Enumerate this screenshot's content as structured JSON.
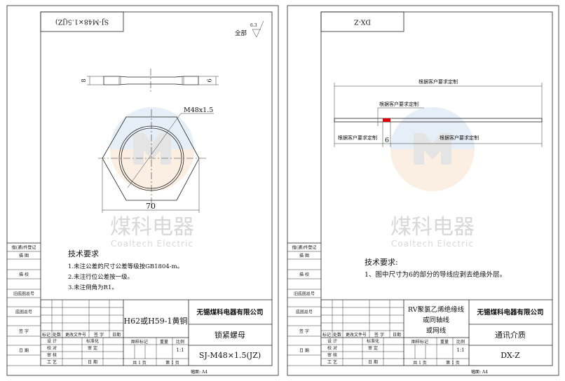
{
  "watermark": {
    "cn": "煤科电器",
    "en": "Coaltech Electric"
  },
  "side_table": [
    "借(通)件登记",
    "描 图",
    "",
    "描 校",
    "",
    "旧底图总号",
    "",
    "底图总号",
    "",
    "签 字",
    "",
    "日 期",
    ""
  ],
  "title_block": {
    "change_headers": [
      "标记",
      "处数",
      "更改文件号",
      "签 字",
      "日期"
    ],
    "roles": [
      [
        "设 计",
        "标准化"
      ],
      [
        "校 对",
        "审 定"
      ],
      [
        "审 核",
        ""
      ],
      [
        "工 艺",
        "日 期"
      ]
    ],
    "headers": [
      "图样标记",
      "重量",
      "比例"
    ],
    "scale": "1:1",
    "pages": [
      "共 1 页",
      "第 1 页"
    ],
    "company": "无锡煤科电器有限公司",
    "paper": "幅面: A4"
  },
  "sheets": [
    {
      "code_flipped": "SJ-M48×1.5(JZ)",
      "roughness_label": "全部",
      "roughness_value": "6.3",
      "dims": {
        "thickness": "8",
        "thread_width": "9",
        "thread": "M48x1.5",
        "across_flats": "70"
      },
      "tech_title": "技术要求",
      "tech_items": [
        "1.未注公差的尺寸公差等级按GB1804-m。",
        "2.未注行位公差按一级。",
        "3.未注倒角为R1。"
      ],
      "material": [
        "H62或H59-1黄铜"
      ],
      "part_name": "锁紧螺母",
      "drawing_no": "SJ-M48×1.5(JZ)"
    },
    {
      "code_flipped": "DX-Z",
      "dims": {
        "total": "根据客户要求定制",
        "insulation": "根据客户要求定制",
        "left": "根据客户要求定制",
        "strip": "6",
        "right": "根据客户要求定制"
      },
      "strip_color": "#e00000",
      "tech_title": "技术要求:",
      "tech_items": [
        "1、图中尺寸为6的部分的导线应剥去绝缘外层。"
      ],
      "material": [
        "RV聚氯乙烯绝缘线",
        "或同轴线",
        "或网线"
      ],
      "part_name": "通讯介质",
      "drawing_no": "DX-Z"
    }
  ]
}
